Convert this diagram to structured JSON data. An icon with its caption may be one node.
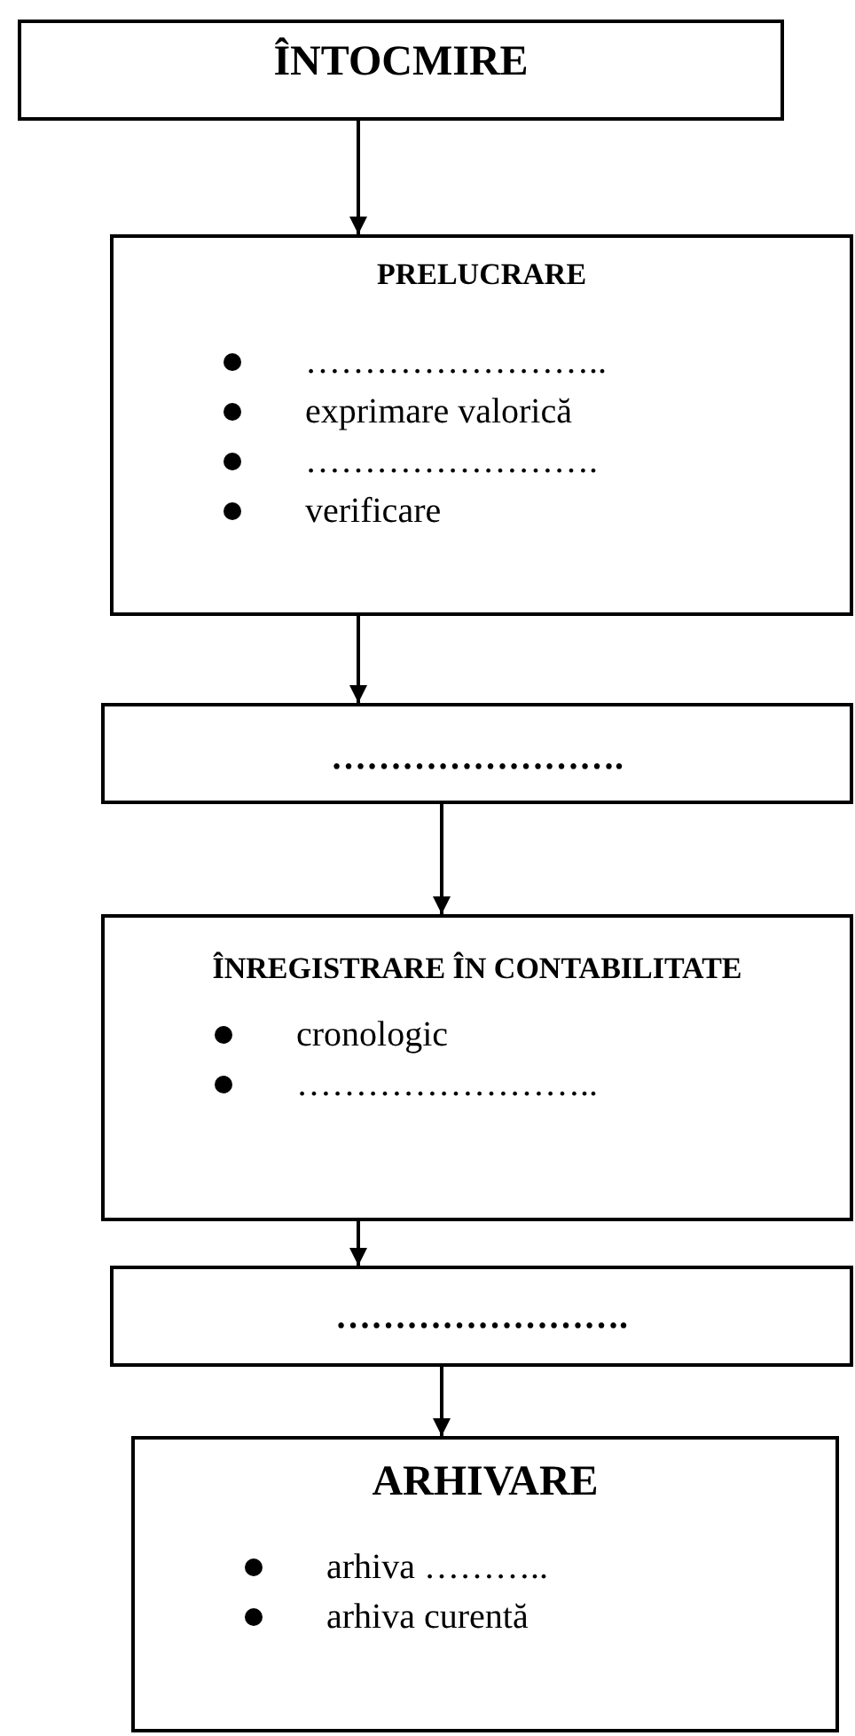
{
  "diagram": {
    "nodes": [
      {
        "text": [
          "ÎNTOCMIRE"
        ]
      },
      {
        "text": [
          "PRELUCRARE",
          "……………………..",
          "exprimare valorică",
          "…………………….",
          "verificare"
        ]
      },
      {
        "text": [
          "……………………."
        ]
      },
      {
        "text": [
          "ÎNREGISTRARE ÎN CONTABILITATE",
          "cronologic",
          "…………………….."
        ]
      },
      {
        "text": [
          "……………………."
        ]
      },
      {
        "text": [
          "ARHIVARE",
          "arhiva ………..",
          "arhiva curentă"
        ]
      }
    ],
    "edges": [
      {
        "from": 0,
        "to": 1,
        "arrow": "to"
      },
      {
        "from": 1,
        "to": 2,
        "arrow": "to"
      },
      {
        "from": 2,
        "to": 3,
        "arrow": "to"
      },
      {
        "from": 3,
        "to": 4,
        "arrow": "to"
      },
      {
        "from": 4,
        "to": 5,
        "arrow": "to"
      }
    ]
  }
}
